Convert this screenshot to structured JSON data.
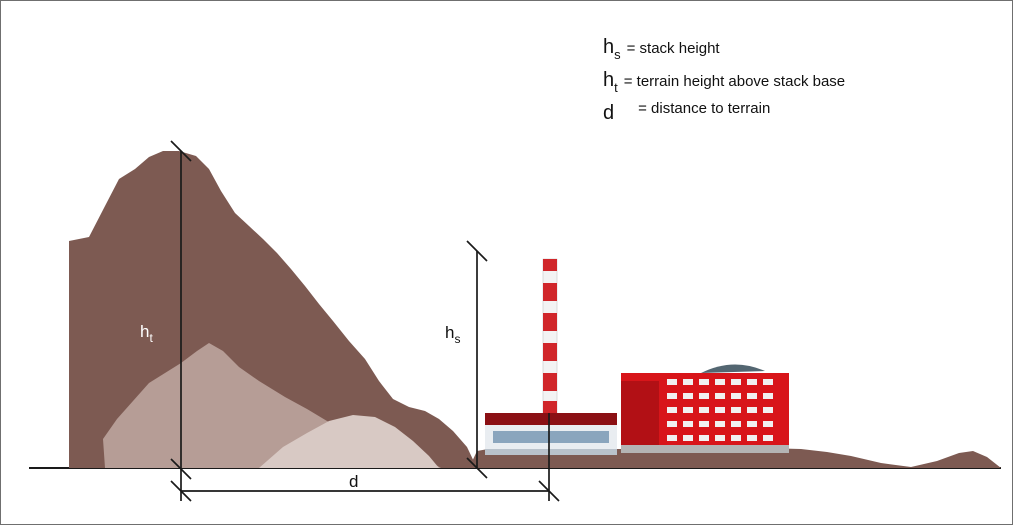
{
  "legend": {
    "items": [
      {
        "symbol": "h",
        "sub": "s",
        "description": "= stack height"
      },
      {
        "symbol": "h",
        "sub": "t",
        "description": "= terrain height above stack base"
      },
      {
        "symbol": "d",
        "sub": "",
        "description": "= distance to terrain"
      }
    ]
  },
  "labels": {
    "terrain_height": {
      "symbol": "h",
      "sub": "t"
    },
    "stack_height": {
      "symbol": "h",
      "sub": "s"
    },
    "distance": {
      "symbol": "d"
    }
  },
  "icons": {
    "terrain": "mountain-icon",
    "plant": "factory-icon",
    "stack": "smokestack-icon"
  },
  "colors": {
    "terrain_dark": "#7d5a52",
    "terrain_mid": "#b69d96",
    "terrain_light": "#d8c9c4",
    "stack_red": "#d0262a",
    "building_red": "#d8151a",
    "building_dark": "#8b1014",
    "line": "#1a1a1a"
  }
}
